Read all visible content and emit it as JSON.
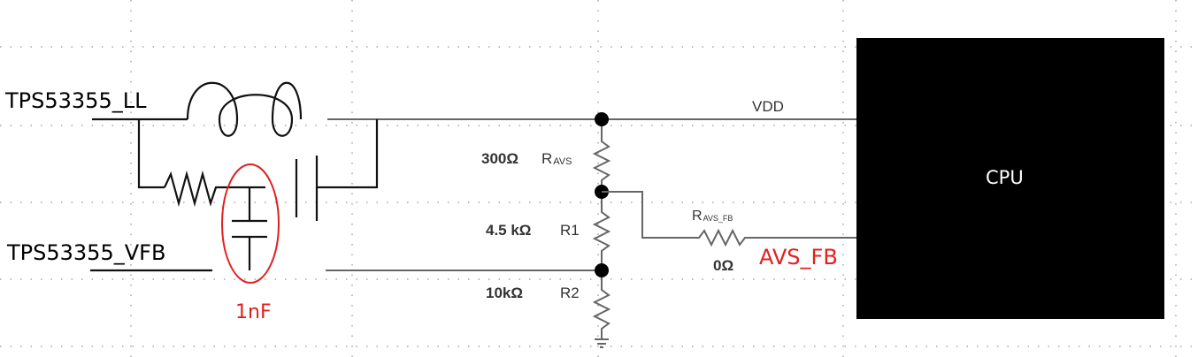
{
  "nets": {
    "ll": "TPS53355_LL",
    "vfb": "TPS53355_VFB",
    "vdd": "VDD",
    "avs_fb": "AVS_FB"
  },
  "components": {
    "r_avs_value": "300Ω",
    "r_avs_main": "R",
    "r_avs_sub": "AVS",
    "r1_value": "4.5 kΩ",
    "r1_name": "R1",
    "r2_value": "10kΩ",
    "r2_name": "R2",
    "r_avs_fb_main": "R",
    "r_avs_fb_sub": "AVS_FB",
    "r_avs_fb_value": "0Ω",
    "added_cap_value": "1nF"
  },
  "cpu": {
    "label": "CPU",
    "fill": "#000000",
    "text_color": "#ffffff"
  },
  "colors": {
    "annotation": "#e0201e",
    "wire": "#666666"
  }
}
